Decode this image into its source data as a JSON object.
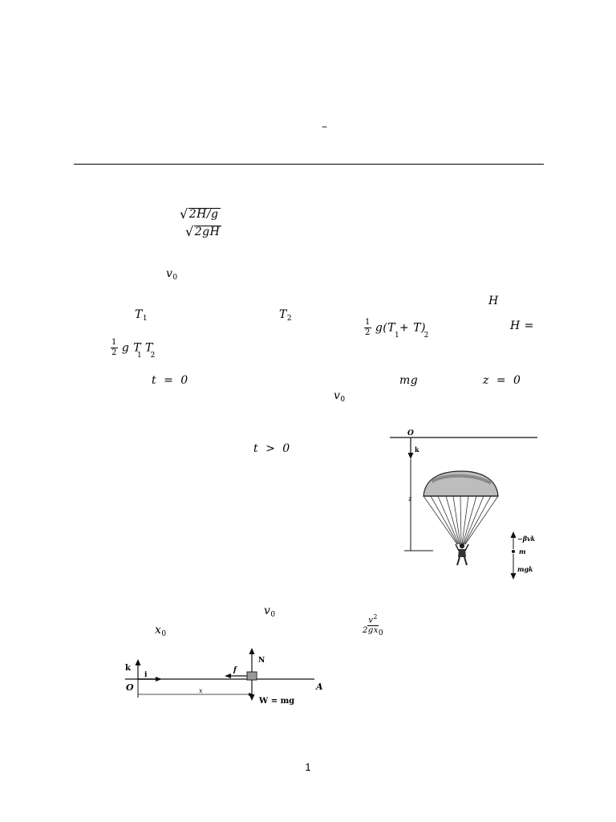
{
  "header": {
    "dash": "–"
  },
  "formulas": {
    "sqrt_2H_over_g": "2H/g",
    "sqrt_2gH": "2gH",
    "v0_a": "v",
    "v0_a_sub": "0",
    "H_var": "H",
    "T1_var": "T",
    "T1_sub": "1",
    "T2_var": "T",
    "T2_sub": "2",
    "half_g_num": "1",
    "half_g_den": "2",
    "half_sum_body": "g(T + T)",
    "half_sum_subs": "1 2",
    "H_eq": "H =",
    "half_prod_body": "g T T",
    "half_prod_subs": "1 2",
    "t_eq_0": "t = 0",
    "mg": "mg",
    "z_eq_0": "z = 0",
    "v0_b": "v",
    "v0_b_sub": "0",
    "t_gt_0": "t > 0",
    "v0_c": "v",
    "v0_c_sub": "0",
    "v2_num_base": "v",
    "v2_num_exp": "2",
    "v2_den": "2gx",
    "v2_den_sub": "0",
    "x0": "x",
    "x0_sub": "0"
  },
  "parachute_figure": {
    "origin": "O",
    "unit_vector": "k",
    "axis": "z",
    "drag_force": "−βvk",
    "mass": "m",
    "weight": "mgk"
  },
  "block_figure": {
    "k_label": "k",
    "i_label": "i",
    "origin": "O",
    "x_label": "x",
    "friction": "f",
    "normal": "N",
    "weight": "W = mg",
    "point_a": "A"
  },
  "footer": {
    "page_number": "1"
  }
}
